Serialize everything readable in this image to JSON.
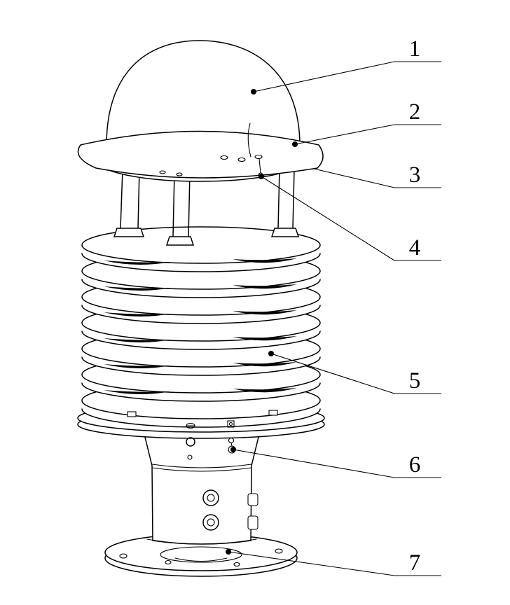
{
  "colors": {
    "background": "#ffffff",
    "line": "#000000"
  },
  "callouts": [
    {
      "label": "1"
    },
    {
      "label": "2"
    },
    {
      "label": "3"
    },
    {
      "label": "4"
    },
    {
      "label": "5"
    },
    {
      "label": "6"
    },
    {
      "label": "7"
    }
  ]
}
